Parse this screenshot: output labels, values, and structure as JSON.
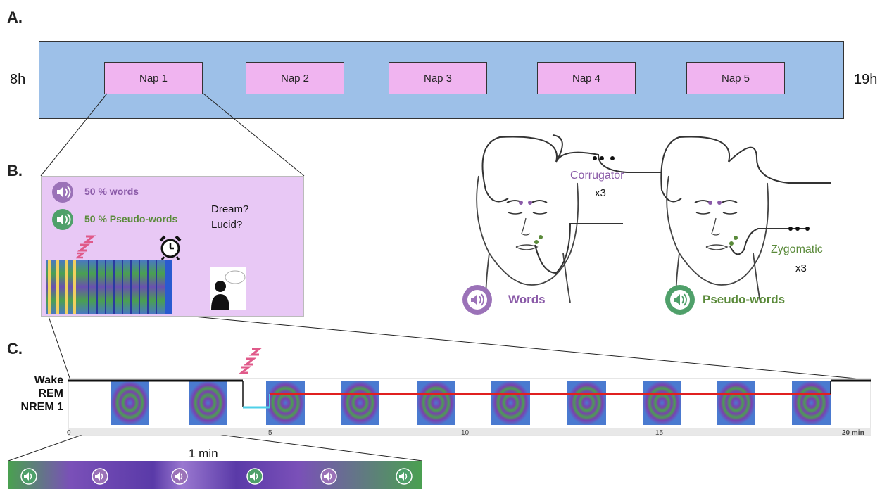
{
  "panels": {
    "a": "A.",
    "b": "B.",
    "c": "C."
  },
  "timeline": {
    "start": "8h",
    "end": "19h",
    "naps": [
      "Nap 1",
      "Nap 2",
      "Nap 3",
      "Nap 4",
      "Nap 5"
    ]
  },
  "panel_b": {
    "legend": [
      {
        "text": "50 % words",
        "icon": "speaker-icon",
        "color": "#9b72b8"
      },
      {
        "text": "50 % Pseudo-words",
        "icon": "speaker-icon",
        "color": "#4fa06a"
      }
    ],
    "questions": [
      "Dream?",
      "Lucid?"
    ]
  },
  "faces": {
    "left_muscle": "Corrugator",
    "left_count": "x3",
    "left_label": "Words",
    "right_muscle": "Zygomatic",
    "right_count": "x3",
    "right_label": "Pseudo-words"
  },
  "hypnogram": {
    "stages": [
      "Wake",
      "REM",
      "NREM 1"
    ],
    "ticks": [
      "0",
      "5",
      "10",
      "15",
      "20 min"
    ],
    "block_label": "1 min"
  },
  "colors": {
    "timebar": "#9dc0e8",
    "nap": "#f0b4f0",
    "panel_b": "#e8c8f5",
    "words": "#9b72b8",
    "pseudo": "#4fa06a",
    "rem_line": "#e02020",
    "nrem_line": "#4fd0e8"
  }
}
